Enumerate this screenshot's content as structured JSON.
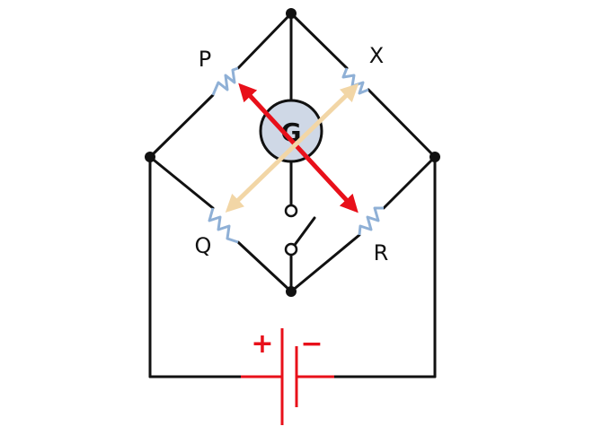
{
  "labels": {
    "p": "P",
    "x": "X",
    "q": "Q",
    "r": "R",
    "galvanometer": "G",
    "plus": "+",
    "minus": "−"
  },
  "colors": {
    "wire": "#111111",
    "resistor": "#8fb0d6",
    "galvanometer_fill": "#cfd8e6",
    "battery": "#e8101a",
    "arrow_red": "#e8101a",
    "arrow_tan": "#f2d6a6"
  },
  "icons": {
    "resistor": "resistor-zigzag-icon",
    "galvanometer": "galvanometer-icon",
    "switch": "open-switch-icon",
    "battery": "battery-icon",
    "arrows": "double-headed-arrow-icon"
  }
}
